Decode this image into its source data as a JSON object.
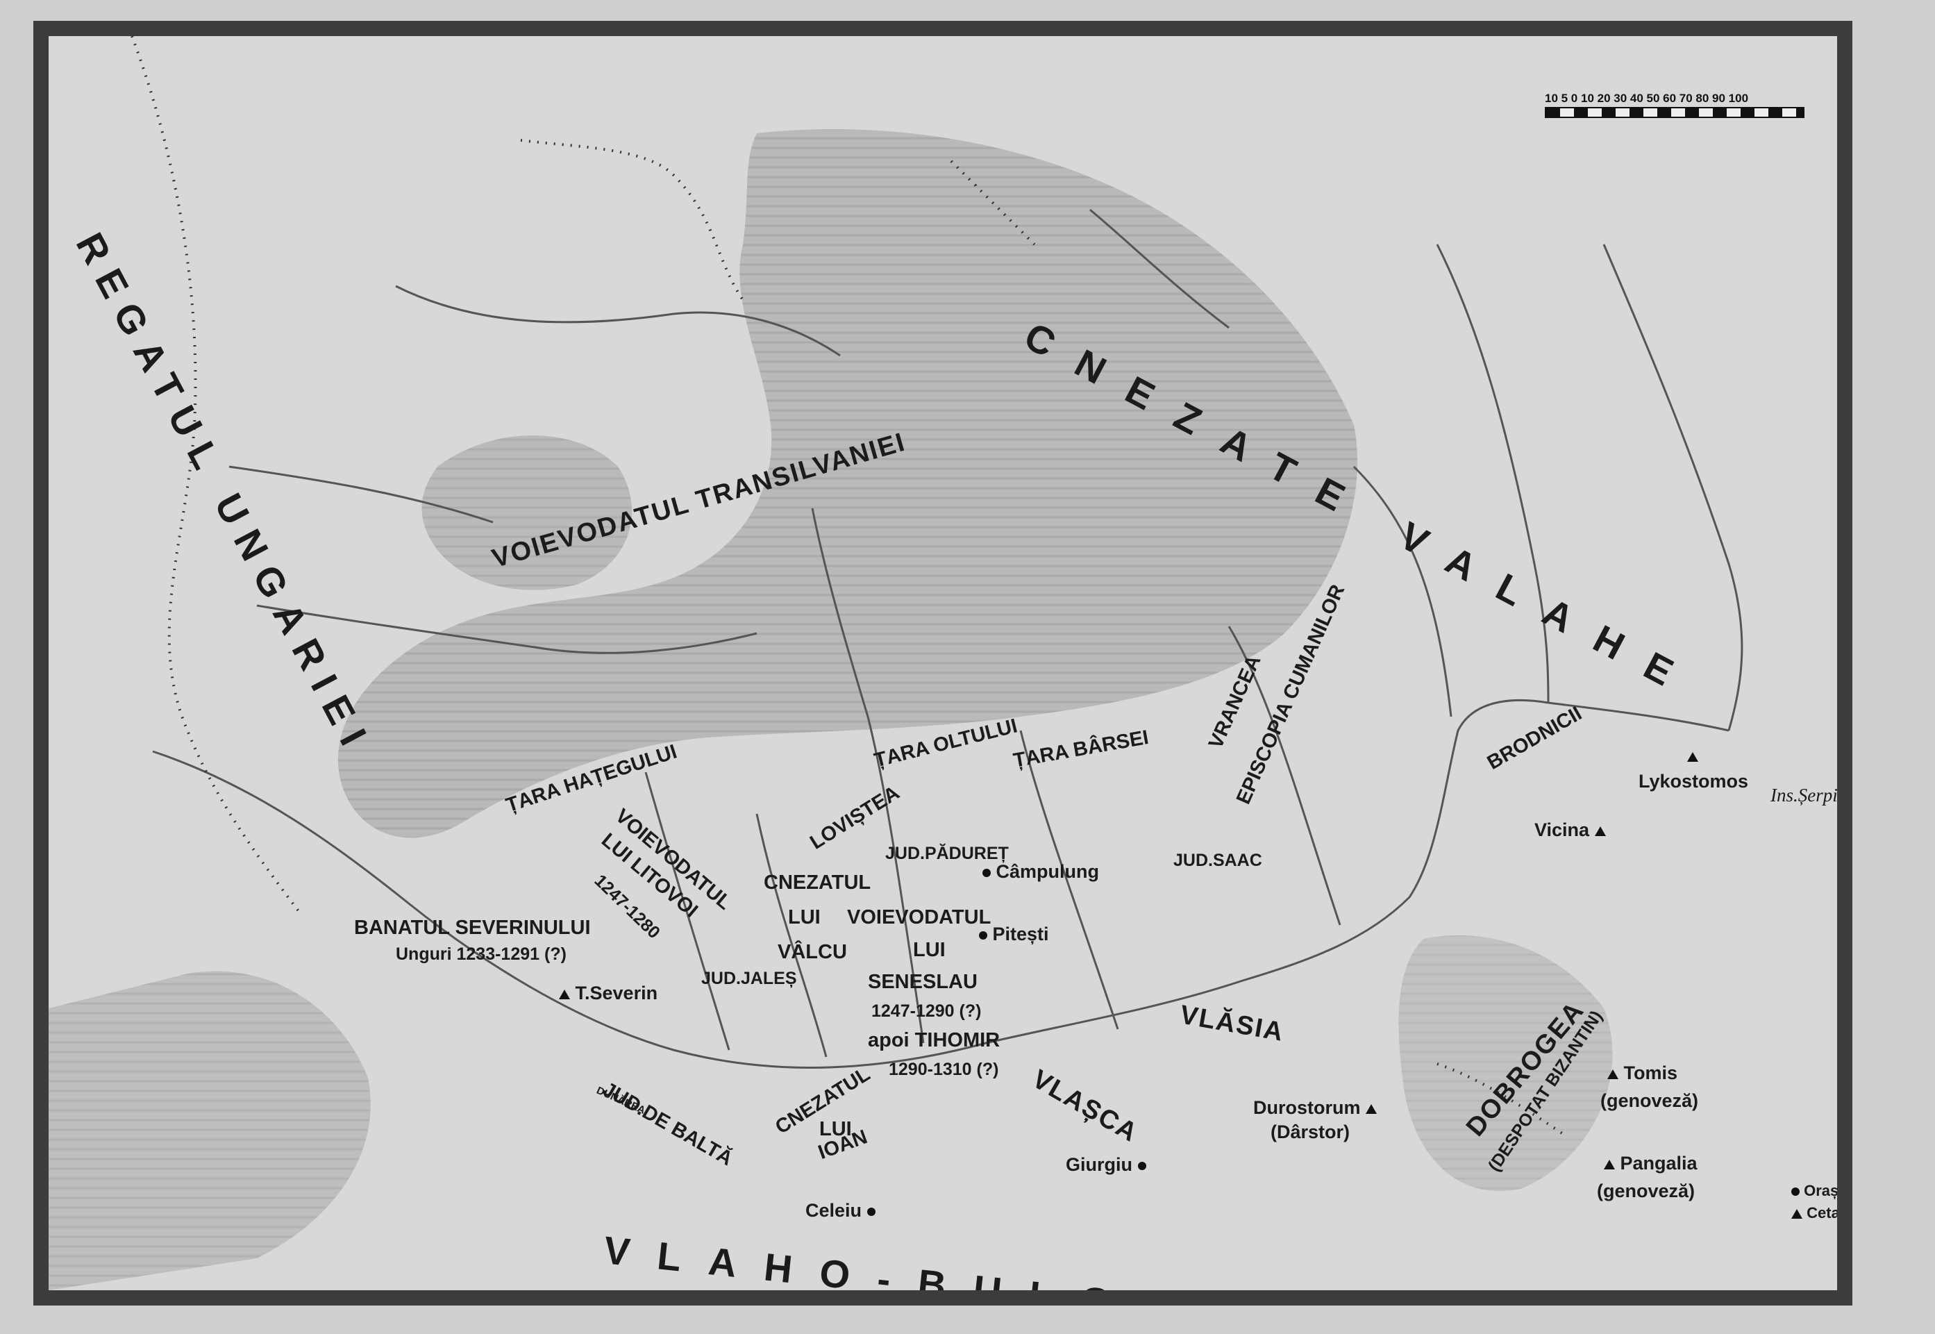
{
  "map": {
    "regions": {
      "regatul_ungariei": "REGATUL UNGARIEI",
      "voievodatul_transilvaniei": "VOIEVODATUL TRANSILVANIEI",
      "cnezate_valahe": "CNEZATE VALAHE",
      "vlaho_bulgari": "VLAHO-BULGARI",
      "tara_hategului": "ȚARA HAȚEGULUI",
      "tara_oltului": "ȚARA OLTULUI",
      "tara_barsei": "ȚARA BÂRSEI",
      "vrancea": "VRANCEA",
      "episcopia_cumanilor": "EPISCOPIA CUMANILOR",
      "brodnicii": "BRODNICII",
      "lovistea": "LOVIȘTEA",
      "voievodatul_litovoi_1": "VOIEVODATUL",
      "voievodatul_litovoi_2": "LUI LITOVOI",
      "voievodatul_litovoi_years": "1247-1280",
      "cnezatul_valcu_1": "CNEZATUL",
      "cnezatul_valcu_2": "LUI",
      "cnezatul_valcu_3": "VÂLCU",
      "voievodatul_seneslau_1": "VOIEVODATUL",
      "voievodatul_seneslau_2": "LUI",
      "voievodatul_seneslau_3": "SENESLAU",
      "voievodatul_seneslau_years": "1247-1290 (?)",
      "voievodatul_seneslau_4": "apoi TIHOMIR",
      "voievodatul_seneslau_years2": "1290-1310 (?)",
      "jud_paduret": "JUD.PĂDUREȚ",
      "jud_saac": "JUD.SAAC",
      "jud_jales": "JUD.JALEȘ",
      "jud_de_balta": "JUD.DE BALTĂ",
      "banatul_severinului": "BANATUL SEVERINULUI",
      "banatul_sub": "Unguri 1233-1291 (?)",
      "vlasia": "VLĂSIA",
      "vlasca": "VLAȘCA",
      "cnezatul_ioan_1": "CNEZATUL",
      "cnezatul_ioan_2": "LUI",
      "cnezatul_ioan_3": "IOAN",
      "dobrogea": "DOBROGEA",
      "despotat": "(DESPOTAT BIZANTIN)"
    },
    "places": {
      "campulung": "Câmpulung",
      "pitesti": "Pitești",
      "t_severin": "T.Severin",
      "celeiu": "Celeiu",
      "giurgiu": "Giurgiu",
      "durostorum": "Durostorum",
      "darstor": "(Dârstor)",
      "vicina": "Vicina",
      "lykostomos": "Lykostomos",
      "ins_serpilor": "Ins.Șerpilor",
      "tomis": "Tomis",
      "tomis_sub": "(genoveză)",
      "pangalia": "Pangalia",
      "pangalia_sub": "(genoveză)"
    },
    "rivers": {
      "dunarea": "DUNĂREA"
    }
  },
  "scale": {
    "ticks": "10 5 0 10 20 30 40 50 60 70 80 90 100"
  },
  "legend": {
    "oras": "Oraș",
    "cetate": "Cetate"
  }
}
